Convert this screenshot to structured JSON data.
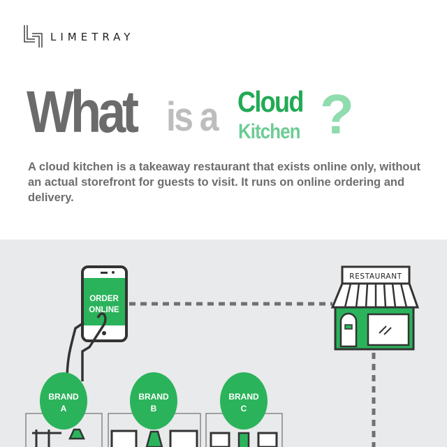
{
  "brand": {
    "logo_text": "LIMETRAY"
  },
  "title": {
    "what": "What",
    "is_a": "is a",
    "cloud": "Cloud",
    "kitchen": "Kitchen",
    "question_mark": "?"
  },
  "description": "A cloud kitchen is a takeaway restaurant that exists online only, without an actual storefront for guests to visit. It runs on online ordering and delivery.",
  "diagram": {
    "phone": {
      "line1": "ORDER",
      "line2": "ONLINE"
    },
    "restaurant": {
      "sign": "RESTAURANT"
    },
    "brands": [
      {
        "line1": "BRAND",
        "line2": "A"
      },
      {
        "line1": "BRAND",
        "line2": "B"
      },
      {
        "line1": "BRAND",
        "line2": "C"
      }
    ]
  },
  "colors": {
    "green": "#2bb35b",
    "light_green": "#6ccc94",
    "dark_gray": "#6b6b6b",
    "band": "#e9eaeb",
    "outline": "#333333",
    "dash": "#707070"
  }
}
